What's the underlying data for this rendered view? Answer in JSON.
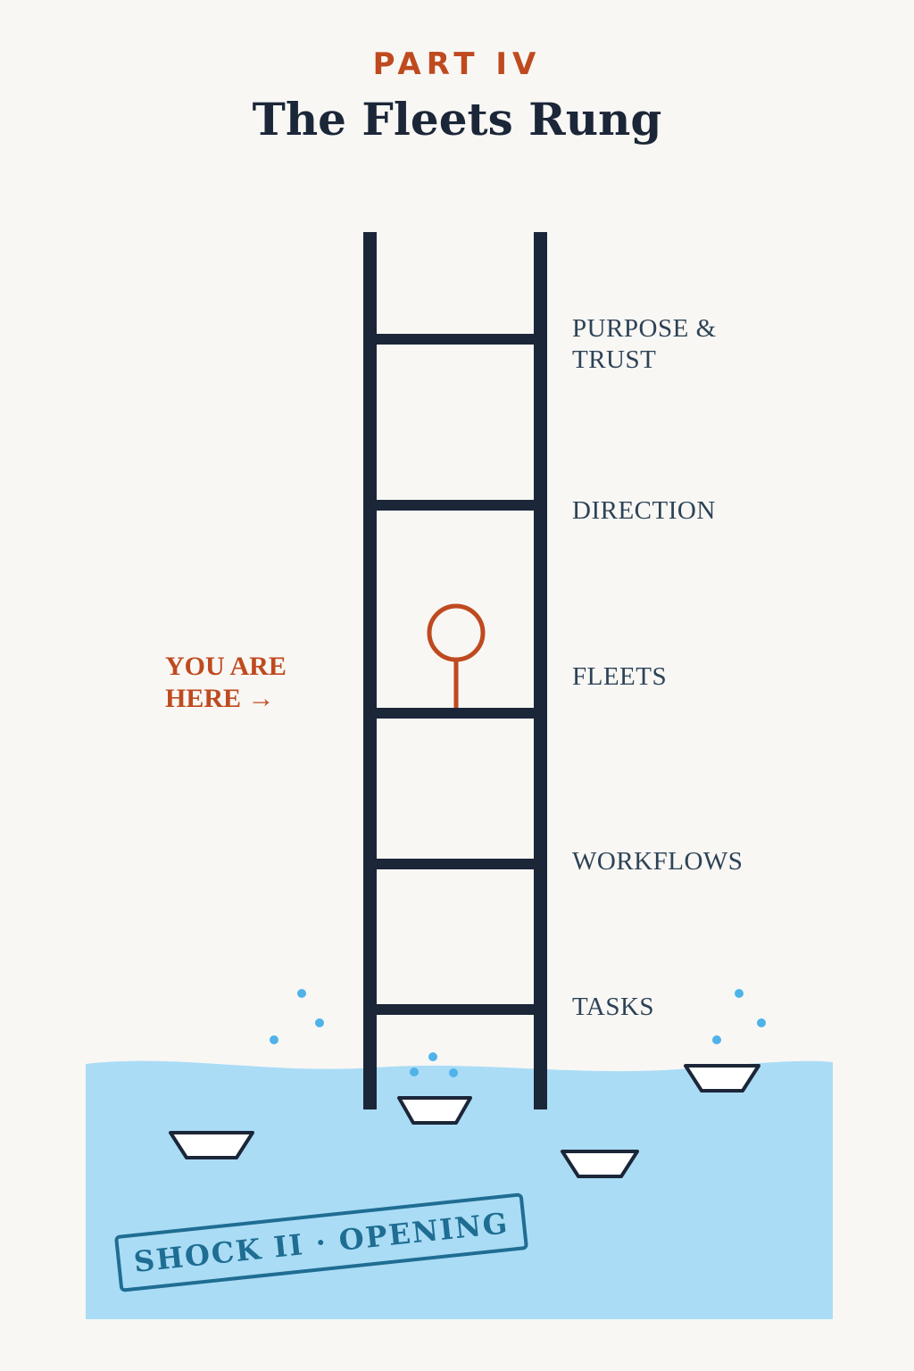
{
  "header": {
    "kicker": "PART IV",
    "title": "The Fleets Rung"
  },
  "ladder": {
    "rungs": [
      {
        "label_line1": "PURPOSE &",
        "label_line2": "TRUST"
      },
      {
        "label_line1": "DIRECTION"
      },
      {
        "label_line1": "FLEETS"
      },
      {
        "label_line1": "WORKFLOWS"
      },
      {
        "label_line1": "TASKS"
      }
    ],
    "current_rung": "FLEETS"
  },
  "marker": {
    "line1": "YOU ARE",
    "line2": "HERE →"
  },
  "stamp": {
    "text": "SHOCK II · OPENING"
  },
  "colors": {
    "ink": "#1b2638",
    "accent": "#bf4a1f",
    "label": "#2d4256",
    "water": "#aadcf6",
    "droplet": "#4fb3ea",
    "stamp": "#1f6d92"
  }
}
